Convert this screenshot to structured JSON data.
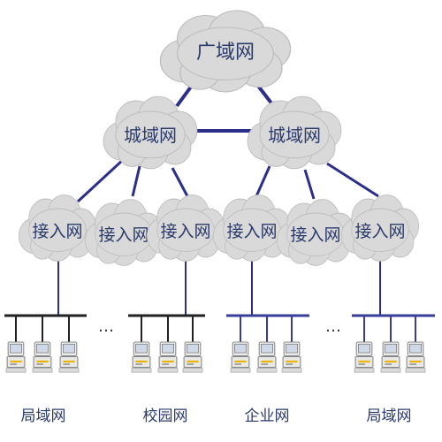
{
  "wan": {
    "label": "广域网"
  },
  "man": [
    {
      "label": "城域网"
    },
    {
      "label": "城域网"
    }
  ],
  "access": [
    {
      "label": "接入网"
    },
    {
      "label": "接入网"
    },
    {
      "label": "接入网"
    },
    {
      "label": "接入网"
    },
    {
      "label": "接入网"
    },
    {
      "label": "接入网"
    }
  ],
  "networks": [
    {
      "label": "局域网"
    },
    {
      "label": "校园网"
    },
    {
      "label": "企业网"
    },
    {
      "label": "局域网"
    }
  ],
  "ellipsis": [
    "…",
    "…"
  ],
  "colors": {
    "link": "#2b2f8a",
    "cloud": "#d9d9d9",
    "cloud_stroke": "#bdbdbd",
    "bus_dark": "#222222",
    "bus_blue": "#3a3c9a",
    "text": "#2a3a6b"
  }
}
